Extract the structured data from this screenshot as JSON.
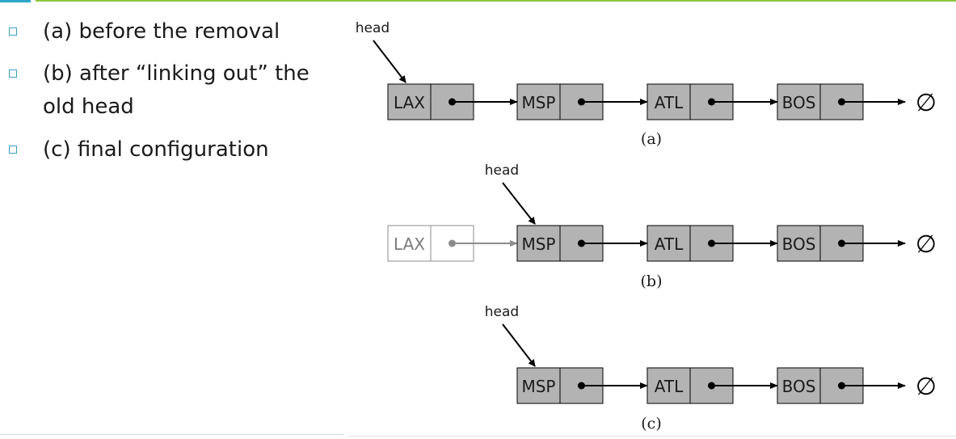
{
  "bullets": [
    {
      "text": "(a) before the removal"
    },
    {
      "text": "(b) after “linking out” the old head"
    },
    {
      "text": "(c) final configuration"
    }
  ],
  "diagram": {
    "head_label": "head",
    "null_symbol": "∅",
    "panels": [
      {
        "caption": "(a)",
        "nodes": [
          "LAX",
          "MSP",
          "ATL",
          "BOS"
        ],
        "removed": []
      },
      {
        "caption": "(b)",
        "nodes": [
          "LAX",
          "MSP",
          "ATL",
          "BOS"
        ],
        "removed": [
          "LAX"
        ]
      },
      {
        "caption": "(c)",
        "nodes": [
          "MSP",
          "ATL",
          "BOS"
        ],
        "removed": []
      }
    ]
  },
  "colors": {
    "node_fill": "#b3b3b3",
    "removed_stroke": "#8c8c8c",
    "accent": "#2aa7c9",
    "rule": "#8cc63f"
  }
}
